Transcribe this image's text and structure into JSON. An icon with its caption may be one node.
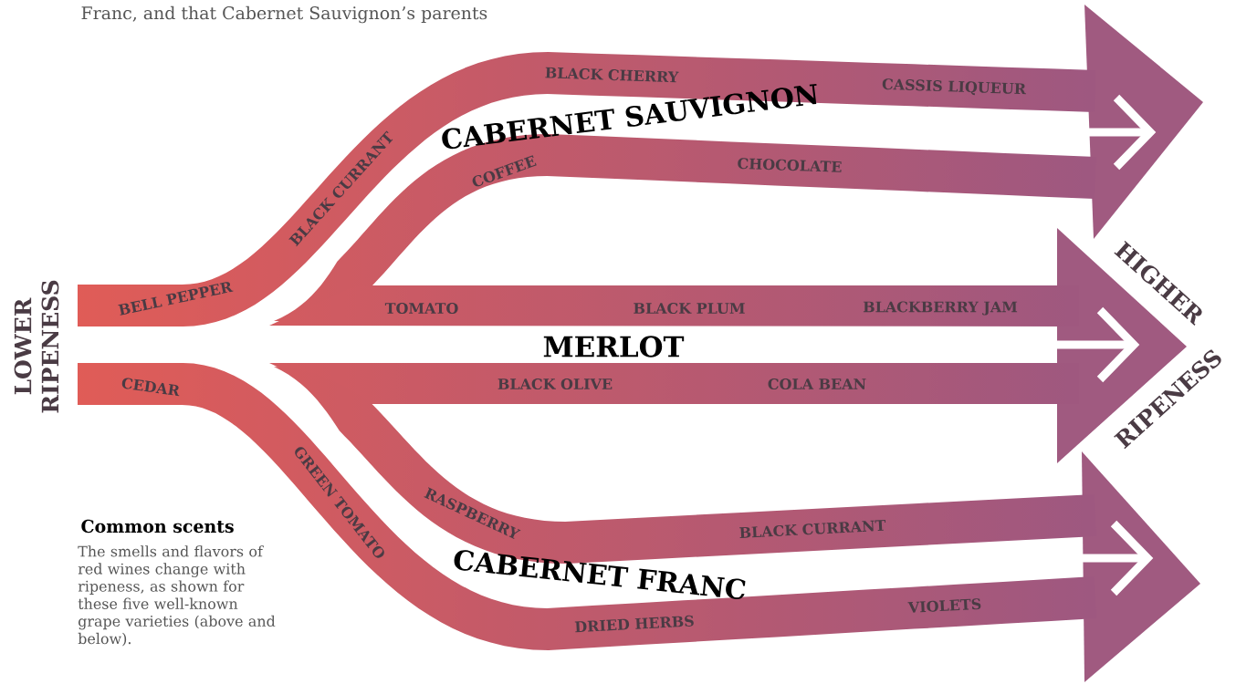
{
  "diagram": {
    "nodes": [
      {
        "text": [
          "BELL PEPPER",
          "BLACK CURRANT",
          "BLACK CHERRY",
          "CASSIS LIQUEUR"
        ]
      },
      {
        "text": [
          "COFFEE",
          "CHOCOLATE"
        ]
      },
      {
        "text": [
          "TOMATO",
          "BLACK PLUM",
          "BLACKBERRY JAM"
        ]
      },
      {
        "text": [
          "BLACK OLIVE",
          "COLA BEAN"
        ]
      },
      {
        "text": [
          "RASPBERRY",
          "BLACK CURRANT"
        ]
      },
      {
        "text": [
          "CEDAR",
          "GREEN TOMATO",
          "DRIED HERBS",
          "VIOLETS"
        ]
      }
    ],
    "labels": [
      "Franc, and that Cabernet Sauvignon’s parents",
      "CABERNET SAUVIGNON",
      "MERLOT",
      "CABERNET FRANC",
      "LOWER RIPENESS",
      "HIGHER",
      "RIPENESS",
      "Common scents",
      "The smells and flavors of red wines change with ripeness, as shown for these five well-known grape varieties (above and below)."
    ]
  }
}
